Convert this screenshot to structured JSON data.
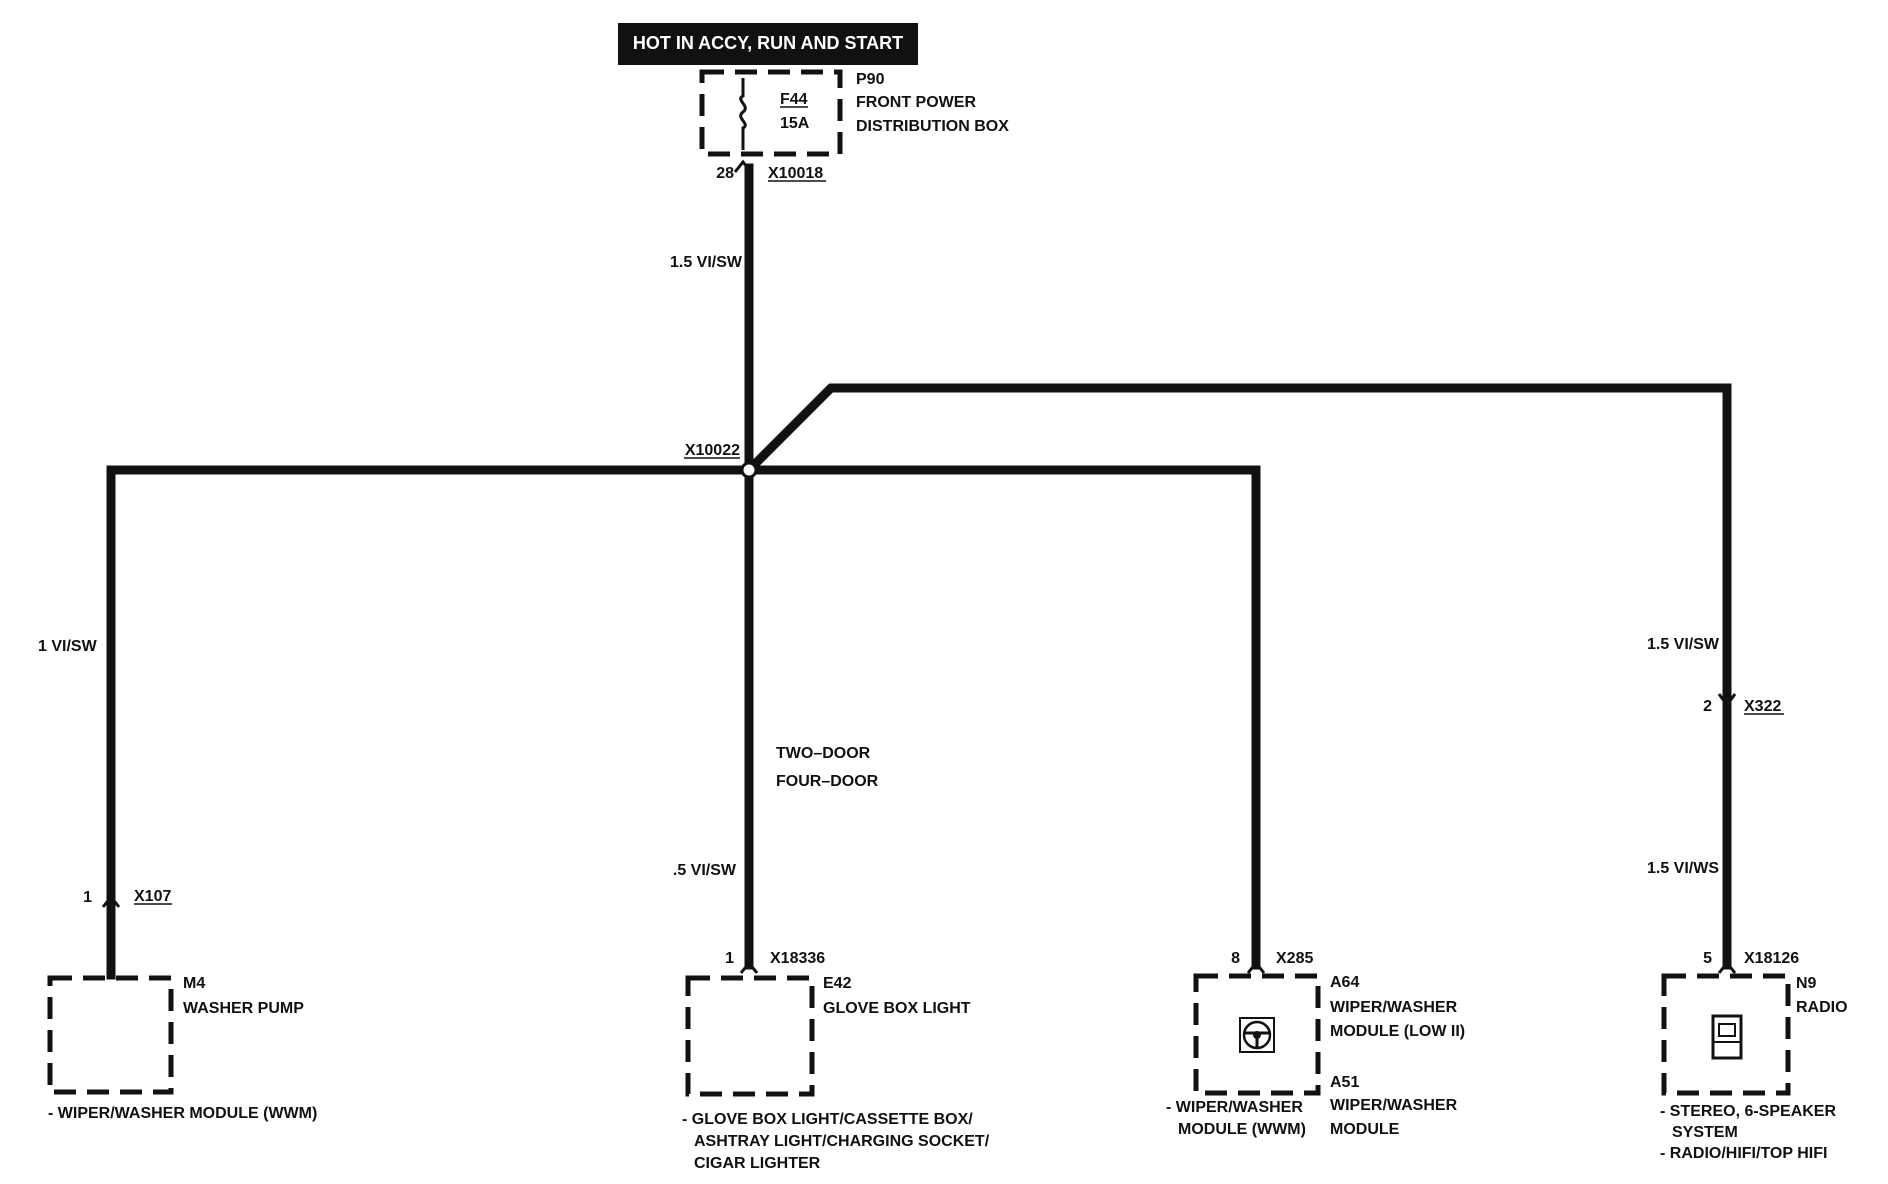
{
  "header": {
    "power_label": "HOT IN ACCY, RUN AND START"
  },
  "fuse_box": {
    "id": "P90",
    "name_line1": "FRONT POWER",
    "name_line2": "DISTRIBUTION BOX",
    "fuse_id": "F44",
    "fuse_rating": "15A",
    "pin": "28",
    "connector": "X10018"
  },
  "wires": {
    "main": "1.5 VI/SW",
    "left_branch": "1 VI/SW",
    "glove_branch": ".5 VI/SW",
    "radio_upper": "1.5 VI/SW",
    "radio_lower": "1.5 VI/WS"
  },
  "splice": {
    "id": "X10022"
  },
  "variant_notes": {
    "line1": "TWO–DOOR",
    "line2": "FOUR–DOOR"
  },
  "components": [
    {
      "id": "M4",
      "name_lines": [
        "WASHER PUMP"
      ],
      "pin": "1",
      "connector": "X107",
      "footnote_lines": [
        "- WIPER/WASHER MODULE (WWM)"
      ]
    },
    {
      "id": "E42",
      "name_lines": [
        "GLOVE BOX LIGHT"
      ],
      "pin": "1",
      "connector": "X18336",
      "footnote_lines": [
        "- GLOVE BOX LIGHT/CASSETTE BOX/",
        "ASHTRAY LIGHT/CHARGING SOCKET/",
        "CIGAR LIGHTER"
      ]
    },
    {
      "id": "A64",
      "name_lines": [
        "WIPER/WASHER",
        "MODULE (LOW II)"
      ],
      "alt_id": "A51",
      "alt_name_lines": [
        "WIPER/WASHER",
        "MODULE"
      ],
      "pin": "8",
      "connector": "X285",
      "footnote_lines": [
        "- WIPER/WASHER",
        "MODULE (WWM)"
      ],
      "icon": "steering-wheel-icon"
    },
    {
      "id": "N9",
      "name_lines": [
        "RADIO"
      ],
      "pin": "5",
      "connector": "X18126",
      "inline_pin": "2",
      "inline_connector": "X322",
      "footnote_lines": [
        "- STEREO, 6-SPEAKER",
        "SYSTEM",
        "- RADIO/HIFI/TOP HIFI"
      ],
      "icon": "radio-icon"
    }
  ]
}
